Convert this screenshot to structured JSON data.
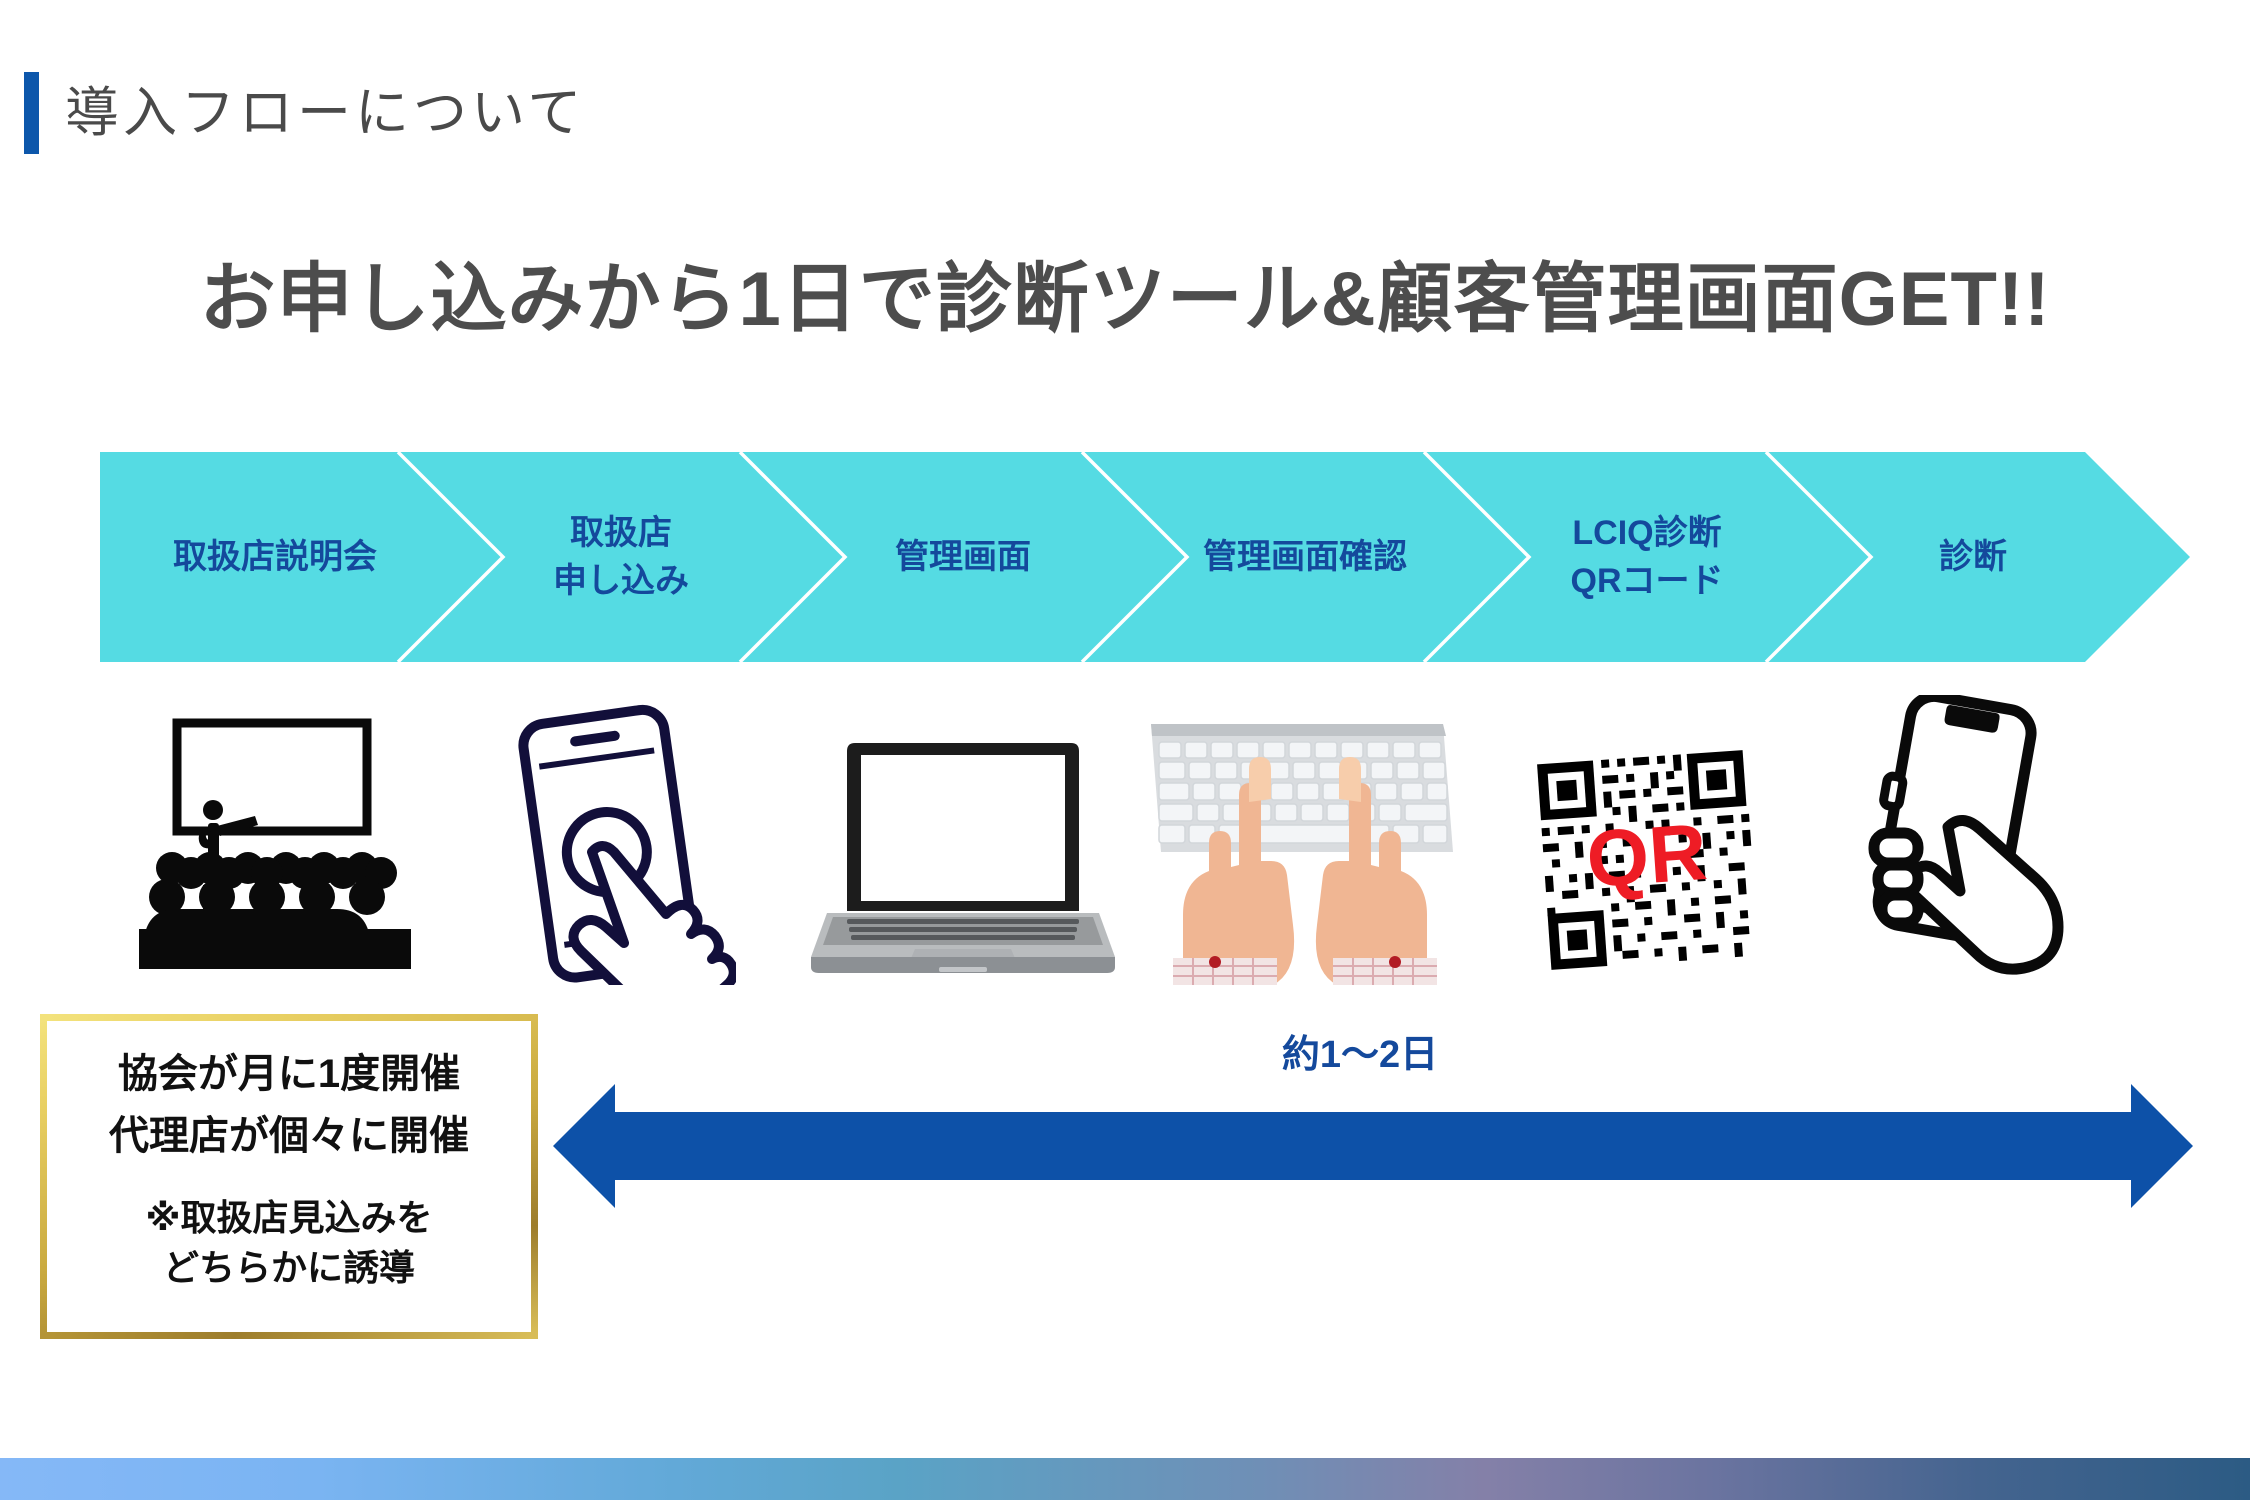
{
  "header": {
    "title": "導入フローについて",
    "accent_color": "#0d57ab"
  },
  "headline": {
    "text": "お申し込みから1日で診断ツール&顧客管理画面GET!!",
    "color": "#4d4d4d"
  },
  "flow": {
    "band_color": "#55dbe3",
    "label_color": "#14499c",
    "steps": [
      {
        "lines": [
          "取扱店説明会"
        ],
        "icon": "seminar-presentation-icon"
      },
      {
        "lines": [
          "取扱店",
          "申し込み"
        ],
        "icon": "smartphone-tap-icon"
      },
      {
        "lines": [
          "管理画面"
        ],
        "icon": "laptop-icon"
      },
      {
        "lines": [
          "管理画面確認"
        ],
        "icon": "hands-typing-keyboard-icon"
      },
      {
        "lines": [
          "LCIQ診断",
          "QRコード"
        ],
        "icon": "qr-code-icon"
      },
      {
        "lines": [
          "診断"
        ],
        "icon": "hand-holding-phone-icon"
      }
    ]
  },
  "callout": {
    "lines": [
      "協会が月に1度開催",
      "代理店が個々に開催"
    ],
    "note": [
      "※取扱店見込みを",
      "どちらかに誘導"
    ],
    "border_color": "#c9a93f"
  },
  "duration": {
    "label": "約1〜2日",
    "arrow_color": "#0d51a8"
  },
  "qr_badge": {
    "text": "QR",
    "color": "#ee1c25"
  }
}
